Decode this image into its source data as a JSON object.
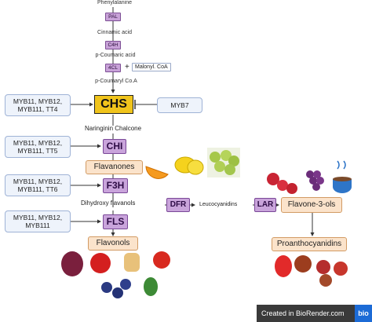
{
  "compounds": {
    "phenylalanine": "Phenylalanine",
    "cinnamic": "Cinnamic acid",
    "p_coumaric": "p-Coumaric acid",
    "coumaryl": "p-Coumaryl Co.A",
    "malonyl": "Malonyl. CoA",
    "plus": "+",
    "naringinin": "Naringinin Chalcone",
    "dihydroxy": "Dihydroxy flavanols",
    "leuco": "Leucocyanidins"
  },
  "enzymes": {
    "pal": "PAL",
    "c4h": "C4H",
    "cl4": "4CL",
    "chs": "CHS",
    "chi": "CHI",
    "f3h": "F3H",
    "fls": "FLS",
    "dfr": "DFR",
    "lar": "LAR"
  },
  "regulators": {
    "chs_l1": "MYB11, MYB12,",
    "chs_l2": "MYB111, TT4",
    "myb7": "MYB7",
    "chi_l1": "MYB11, MYB12,",
    "chi_l2": "MYB111, TT5",
    "f3h_l1": "MYB11, MYB12,",
    "f3h_l2": "MYB111, TT6",
    "fls_l1": "MYB11, MYB12,",
    "fls_l2": "MYB111"
  },
  "products": {
    "flavanones": "Flavanones",
    "flavonols": "Flavonols",
    "flavone3ols": "Flavone-3-ols",
    "proantho": "Proanthocyanidins"
  },
  "footer": {
    "text": "Created in BioRender.com",
    "badge": "bio"
  }
}
